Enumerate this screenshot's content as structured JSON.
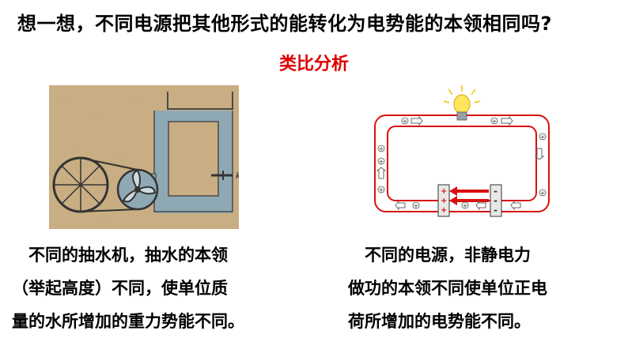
{
  "title": "想一想，不同电源把其他形式的能转化为电势能的本领相同吗?",
  "subtitle": "类比分析",
  "figures": {
    "pump_valve_label": "k"
  },
  "left_text": {
    "lines": [
      "　不同的抽水机，抽水的本领",
      "（举起高度）不同，使单位质",
      "量的水所增加的重力势能不同。"
    ]
  },
  "right_text": {
    "lines": [
      "　不同的电源，非静电力",
      "做功的本领不同使单位正电",
      "荷所增加的电势能不同。"
    ]
  },
  "colors": {
    "title": "#000000",
    "subtitle": "#e00000",
    "pump_background": "#c8ae82",
    "water": "#8fa9b4",
    "circuit": "#d81010"
  }
}
